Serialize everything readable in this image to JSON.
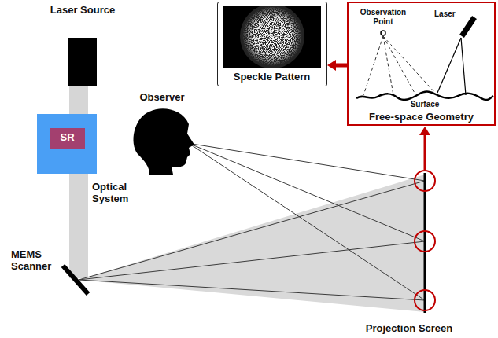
{
  "diagram": {
    "nodes": [
      {
        "text": [
          "Laser Source"
        ]
      },
      {
        "text": [
          "Speckle Pattern"
        ]
      },
      {
        "text": [
          "Observation Point",
          "Laser",
          "Surface",
          "Free-space Geometry"
        ]
      },
      {
        "text": [
          "Optical System"
        ]
      },
      {
        "text": [
          "SR"
        ],
        "in": 3
      }
    ],
    "edges": [
      {
        "from": 2,
        "to": 1,
        "arrow": "to"
      }
    ],
    "labels": [
      "Observer",
      "MEMS Scanner",
      "Projection Screen"
    ]
  }
}
